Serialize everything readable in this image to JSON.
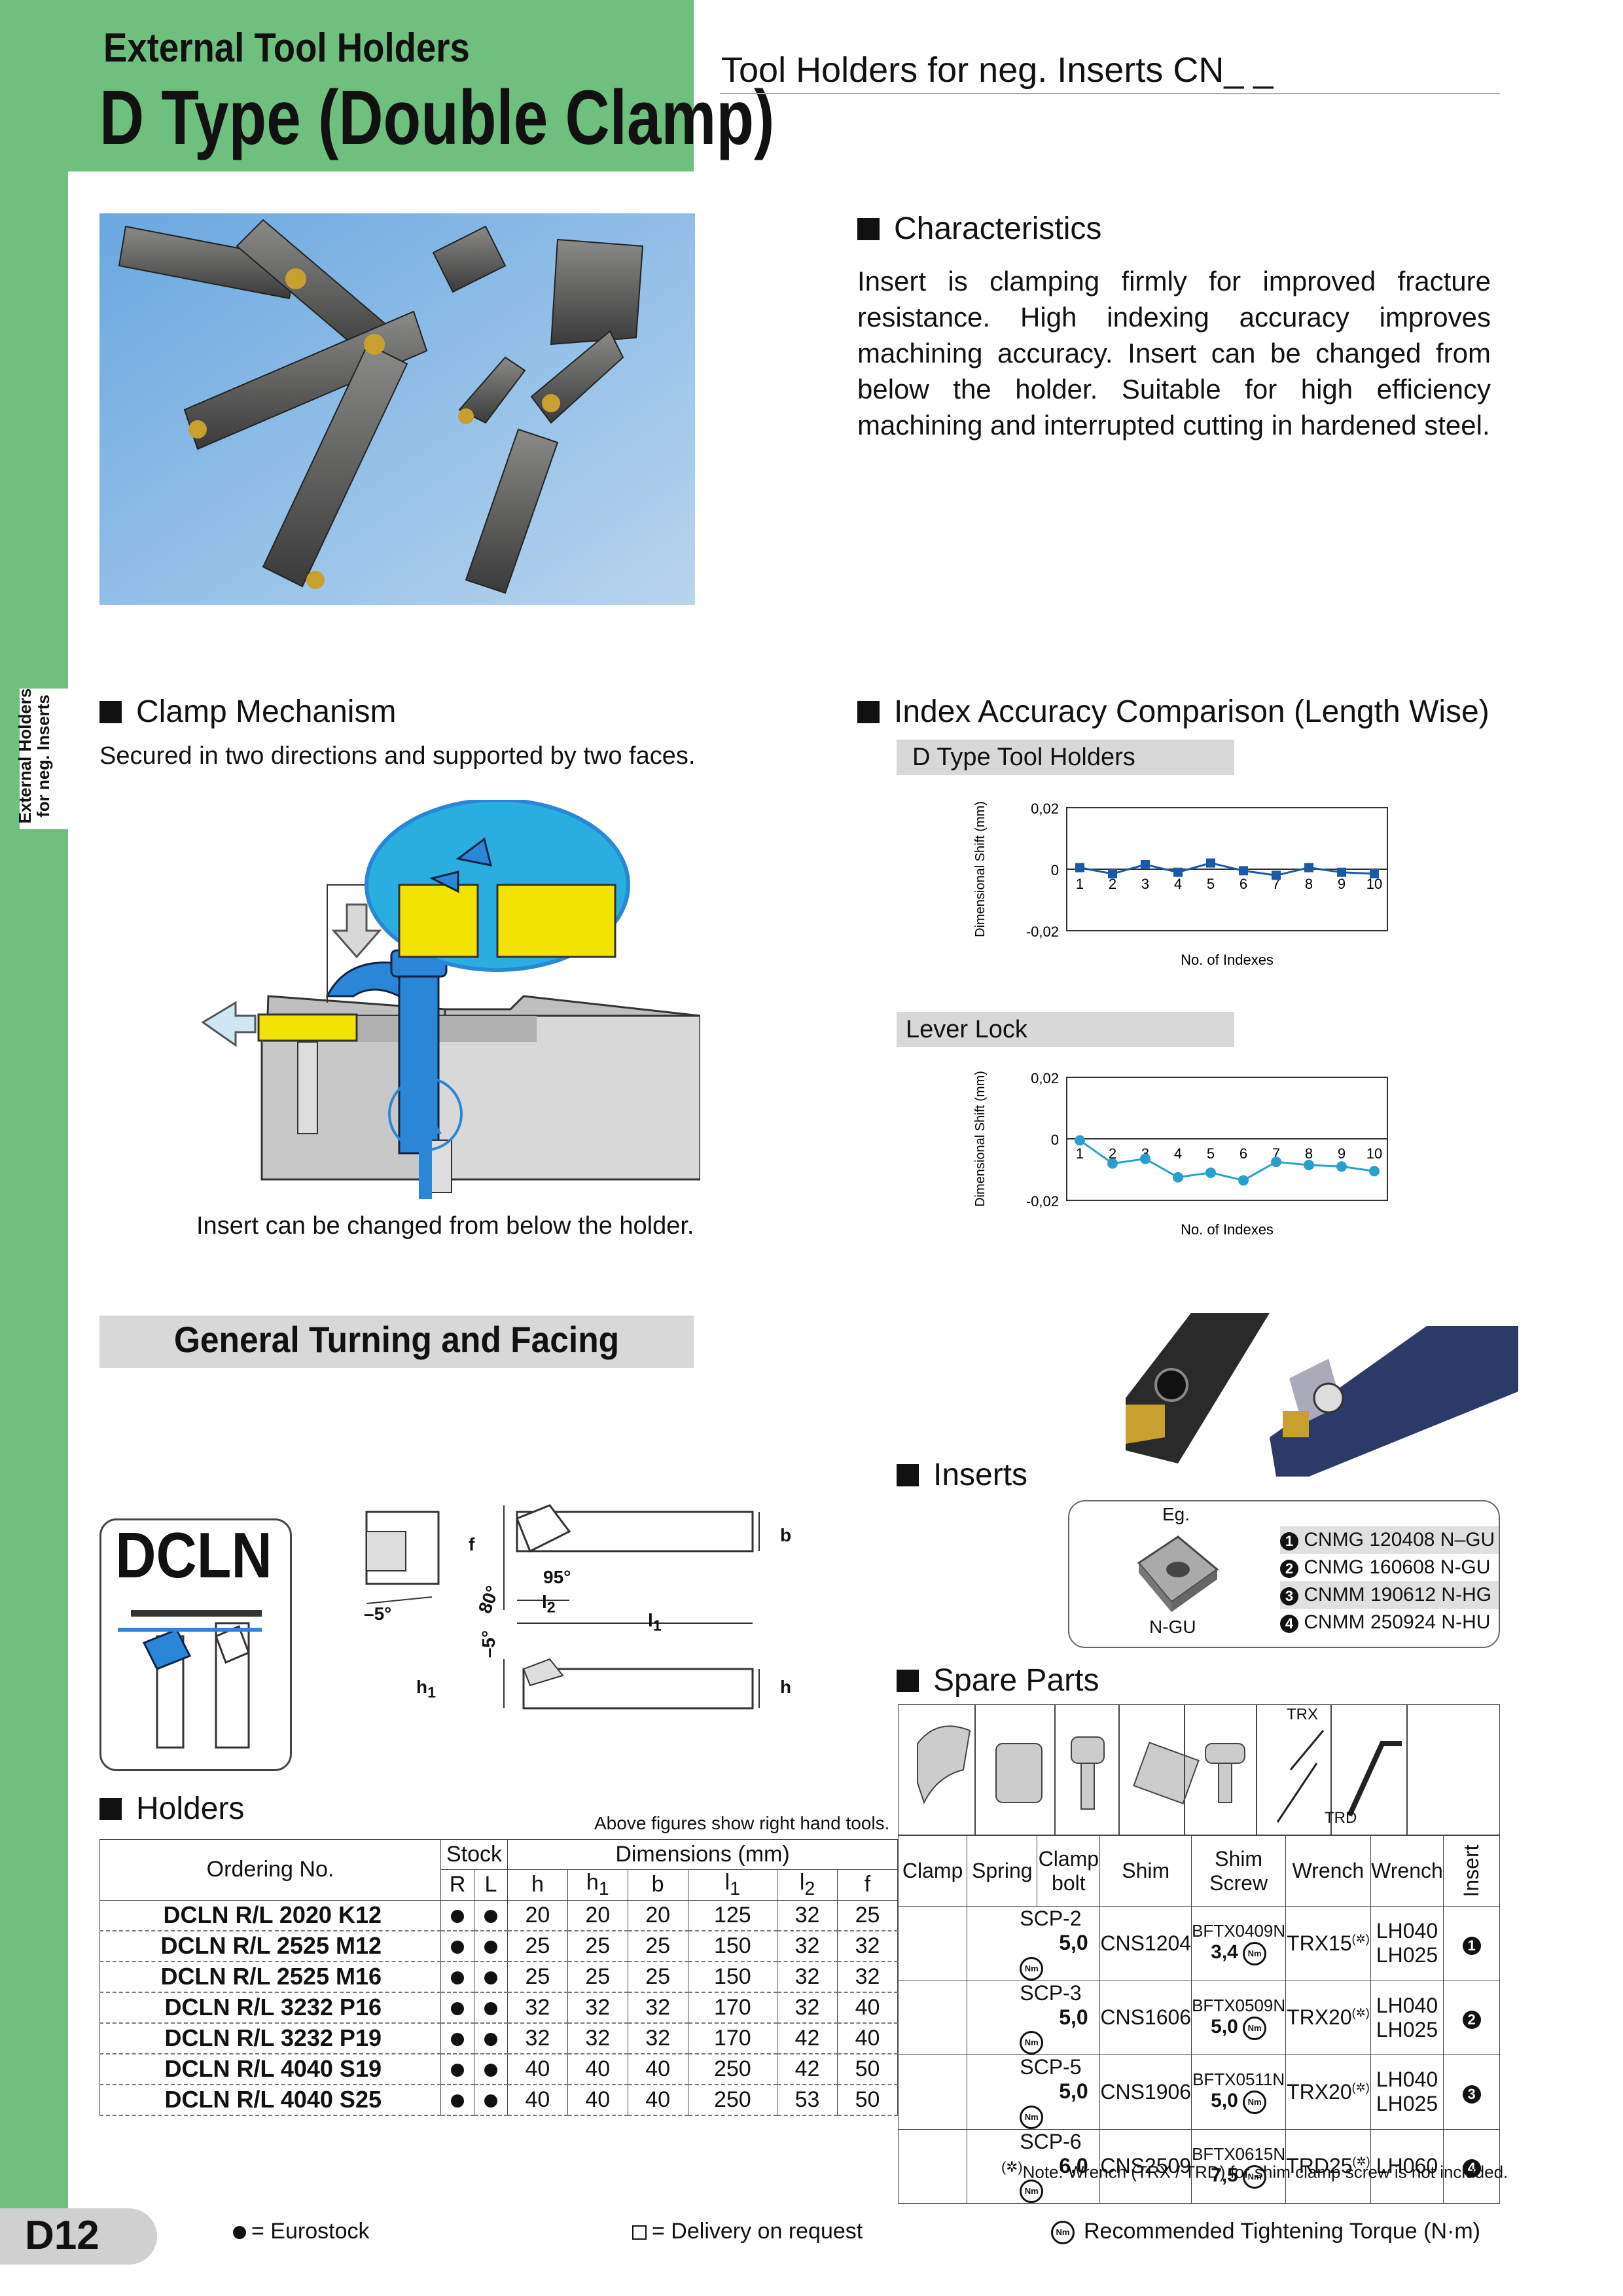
{
  "header": {
    "title_line1": "External Tool Holders",
    "title_line2": "D Type (Double Clamp)",
    "subtitle": "Tool Holders for neg. Inserts CN_ _"
  },
  "side_tab": {
    "line1": "External Holders",
    "line2": "for neg. Inserts"
  },
  "characteristics": {
    "heading": "Characteristics",
    "text": "Insert is clamping firmly for improved fracture resistance. High indexing accuracy improves machining accuracy. Insert can be changed from below the holder. Suitable for high efficiency machining and interrupted cutting in hardened steel."
  },
  "clamp": {
    "heading": "Clamp Mechanism",
    "subtitle": "Secured in two directions and supported by two faces.",
    "caption": "Insert can be changed from below the holder."
  },
  "index_accuracy": {
    "heading": "Index Accuracy Comparison (Length Wise)",
    "ylabel": "Dimensional Shift (mm)",
    "xlabel": "No. of Indexes",
    "ytick_top": "0,02",
    "ytick_mid": "0",
    "ytick_bottom": "-0,02"
  },
  "chart_data": [
    {
      "type": "line",
      "title": "D Type Tool Holders",
      "xlabel": "No. of Indexes",
      "ylabel": "Dimensional Shift (mm)",
      "x": [
        1,
        2,
        3,
        4,
        5,
        6,
        7,
        8,
        9,
        10
      ],
      "values": [
        0.0005,
        -0.0015,
        0.0015,
        -0.001,
        0.002,
        -0.0005,
        -0.002,
        0.0005,
        -0.001,
        -0.0015
      ],
      "ylim": [
        -0.02,
        0.02
      ],
      "yticks": [
        "0,02",
        "0",
        "-0,02"
      ],
      "color": "#1a5aa8"
    },
    {
      "type": "line",
      "title": "Lever Lock",
      "xlabel": "No. of Indexes",
      "ylabel": "Dimensional Shift (mm)",
      "x": [
        1,
        2,
        3,
        4,
        5,
        6,
        7,
        8,
        9,
        10
      ],
      "values": [
        -0.0005,
        -0.008,
        -0.0065,
        -0.0125,
        -0.011,
        -0.0135,
        -0.0075,
        -0.0085,
        -0.009,
        -0.0105
      ],
      "ylim": [
        -0.02,
        0.02
      ],
      "yticks": [
        "0,02",
        "0",
        "-0,02"
      ],
      "color": "#27a0d0"
    }
  ],
  "section_banner": "General Turning and Facing",
  "model_code": "DCLN",
  "diagram_labels": {
    "f": "f",
    "b": "b",
    "h": "h",
    "h1": "h",
    "h1_sub": "1",
    "l1": "l",
    "l1_sub": "1",
    "l2": "l",
    "l2_sub": "2",
    "angle95": "95°",
    "angle80": "80°",
    "angle_m5a": "–5°",
    "angle_m5b": "–5°"
  },
  "inserts": {
    "heading": "Inserts",
    "eg": "Eg.",
    "image_label": "N-GU",
    "items": [
      {
        "n": "1",
        "code": "CNMG 120408 N–GU"
      },
      {
        "n": "2",
        "code": "CNMG 160608 N-GU"
      },
      {
        "n": "3",
        "code": "CNMM 190612 N-HG"
      },
      {
        "n": "4",
        "code": "CNMM 250924 N-HU"
      }
    ]
  },
  "holders": {
    "heading": "Holders",
    "note": "Above figures show right hand tools.",
    "col_ordering": "Ordering No.",
    "col_stock": "Stock",
    "col_dims": "Dimensions (mm)",
    "stock_r": "R",
    "stock_l": "L",
    "dim_h": "h",
    "dim_h1": "h",
    "dim_b": "b",
    "dim_l1": "l",
    "dim_l2": "l",
    "dim_f": "f",
    "sub1": "1",
    "sub2": "2",
    "rows": [
      {
        "ord": "DCLN R/L 2020 K12",
        "h": "20",
        "h1": "20",
        "b": "20",
        "l1": "125",
        "l2": "32",
        "f": "25"
      },
      {
        "ord": "DCLN R/L 2525 M12",
        "h": "25",
        "h1": "25",
        "b": "25",
        "l1": "150",
        "l2": "32",
        "f": "32"
      },
      {
        "ord": "DCLN R/L 2525 M16",
        "h": "25",
        "h1": "25",
        "b": "25",
        "l1": "150",
        "l2": "32",
        "f": "32"
      },
      {
        "ord": "DCLN R/L 3232 P16",
        "h": "32",
        "h1": "32",
        "b": "32",
        "l1": "170",
        "l2": "32",
        "f": "40"
      },
      {
        "ord": "DCLN R/L 3232 P19",
        "h": "32",
        "h1": "32",
        "b": "32",
        "l1": "170",
        "l2": "42",
        "f": "40"
      },
      {
        "ord": "DCLN R/L 4040 S19",
        "h": "40",
        "h1": "40",
        "b": "40",
        "l1": "250",
        "l2": "42",
        "f": "50"
      },
      {
        "ord": "DCLN R/L 4040 S25",
        "h": "40",
        "h1": "40",
        "b": "40",
        "l1": "250",
        "l2": "53",
        "f": "50"
      }
    ]
  },
  "spare": {
    "heading": "Spare Parts",
    "cols": [
      "Clamp",
      "Spring",
      "Clamp bolt",
      "Shim",
      "Shim Screw",
      "Wrench",
      "Wrench",
      "Insert"
    ],
    "trx_label": "TRX",
    "trd_label": "TRD",
    "rows": [
      {
        "spring": "SCP-2",
        "bolt": "5,0",
        "shim": "CNS1204",
        "screw": "BFTX0409N",
        "screw_t": "3,4",
        "wrench1": "TRX15",
        "wrench2a": "LH040",
        "wrench2b": "LH025",
        "insert": "1"
      },
      {
        "spring": "SCP-3",
        "bolt": "5,0",
        "shim": "CNS1606",
        "screw": "BFTX0509N",
        "screw_t": "5,0",
        "wrench1": "TRX20",
        "wrench2a": "LH040",
        "wrench2b": "LH025",
        "insert": "2"
      },
      {
        "spring": "SCP-5",
        "bolt": "5,0",
        "shim": "CNS1906",
        "screw": "BFTX0511N",
        "screw_t": "5,0",
        "wrench1": "TRX20",
        "wrench2a": "LH040",
        "wrench2b": "LH025",
        "insert": "3"
      },
      {
        "spring": "SCP-6",
        "bolt": "6,0",
        "shim": "CNS2509",
        "screw": "BFTX0615N",
        "screw_t": "7,5",
        "wrench1": "TRD25",
        "wrench2a": "LH060",
        "wrench2b": "",
        "insert": "4"
      }
    ],
    "asterisk": "(✲)",
    "nm_symbol": "Nm",
    "note": "Note: Wrench (TRX / TRD) for shim clamp screw is not included."
  },
  "footer": {
    "page": "D12",
    "legend_eurostock": "= Eurostock",
    "legend_delivery": "= Delivery on request",
    "legend_torque": "Recommended Tightening Torque (N·m)"
  },
  "colors": {
    "green": "#6fbf7f",
    "blue": "#1a5aa8",
    "lightblue": "#27a0d0"
  }
}
